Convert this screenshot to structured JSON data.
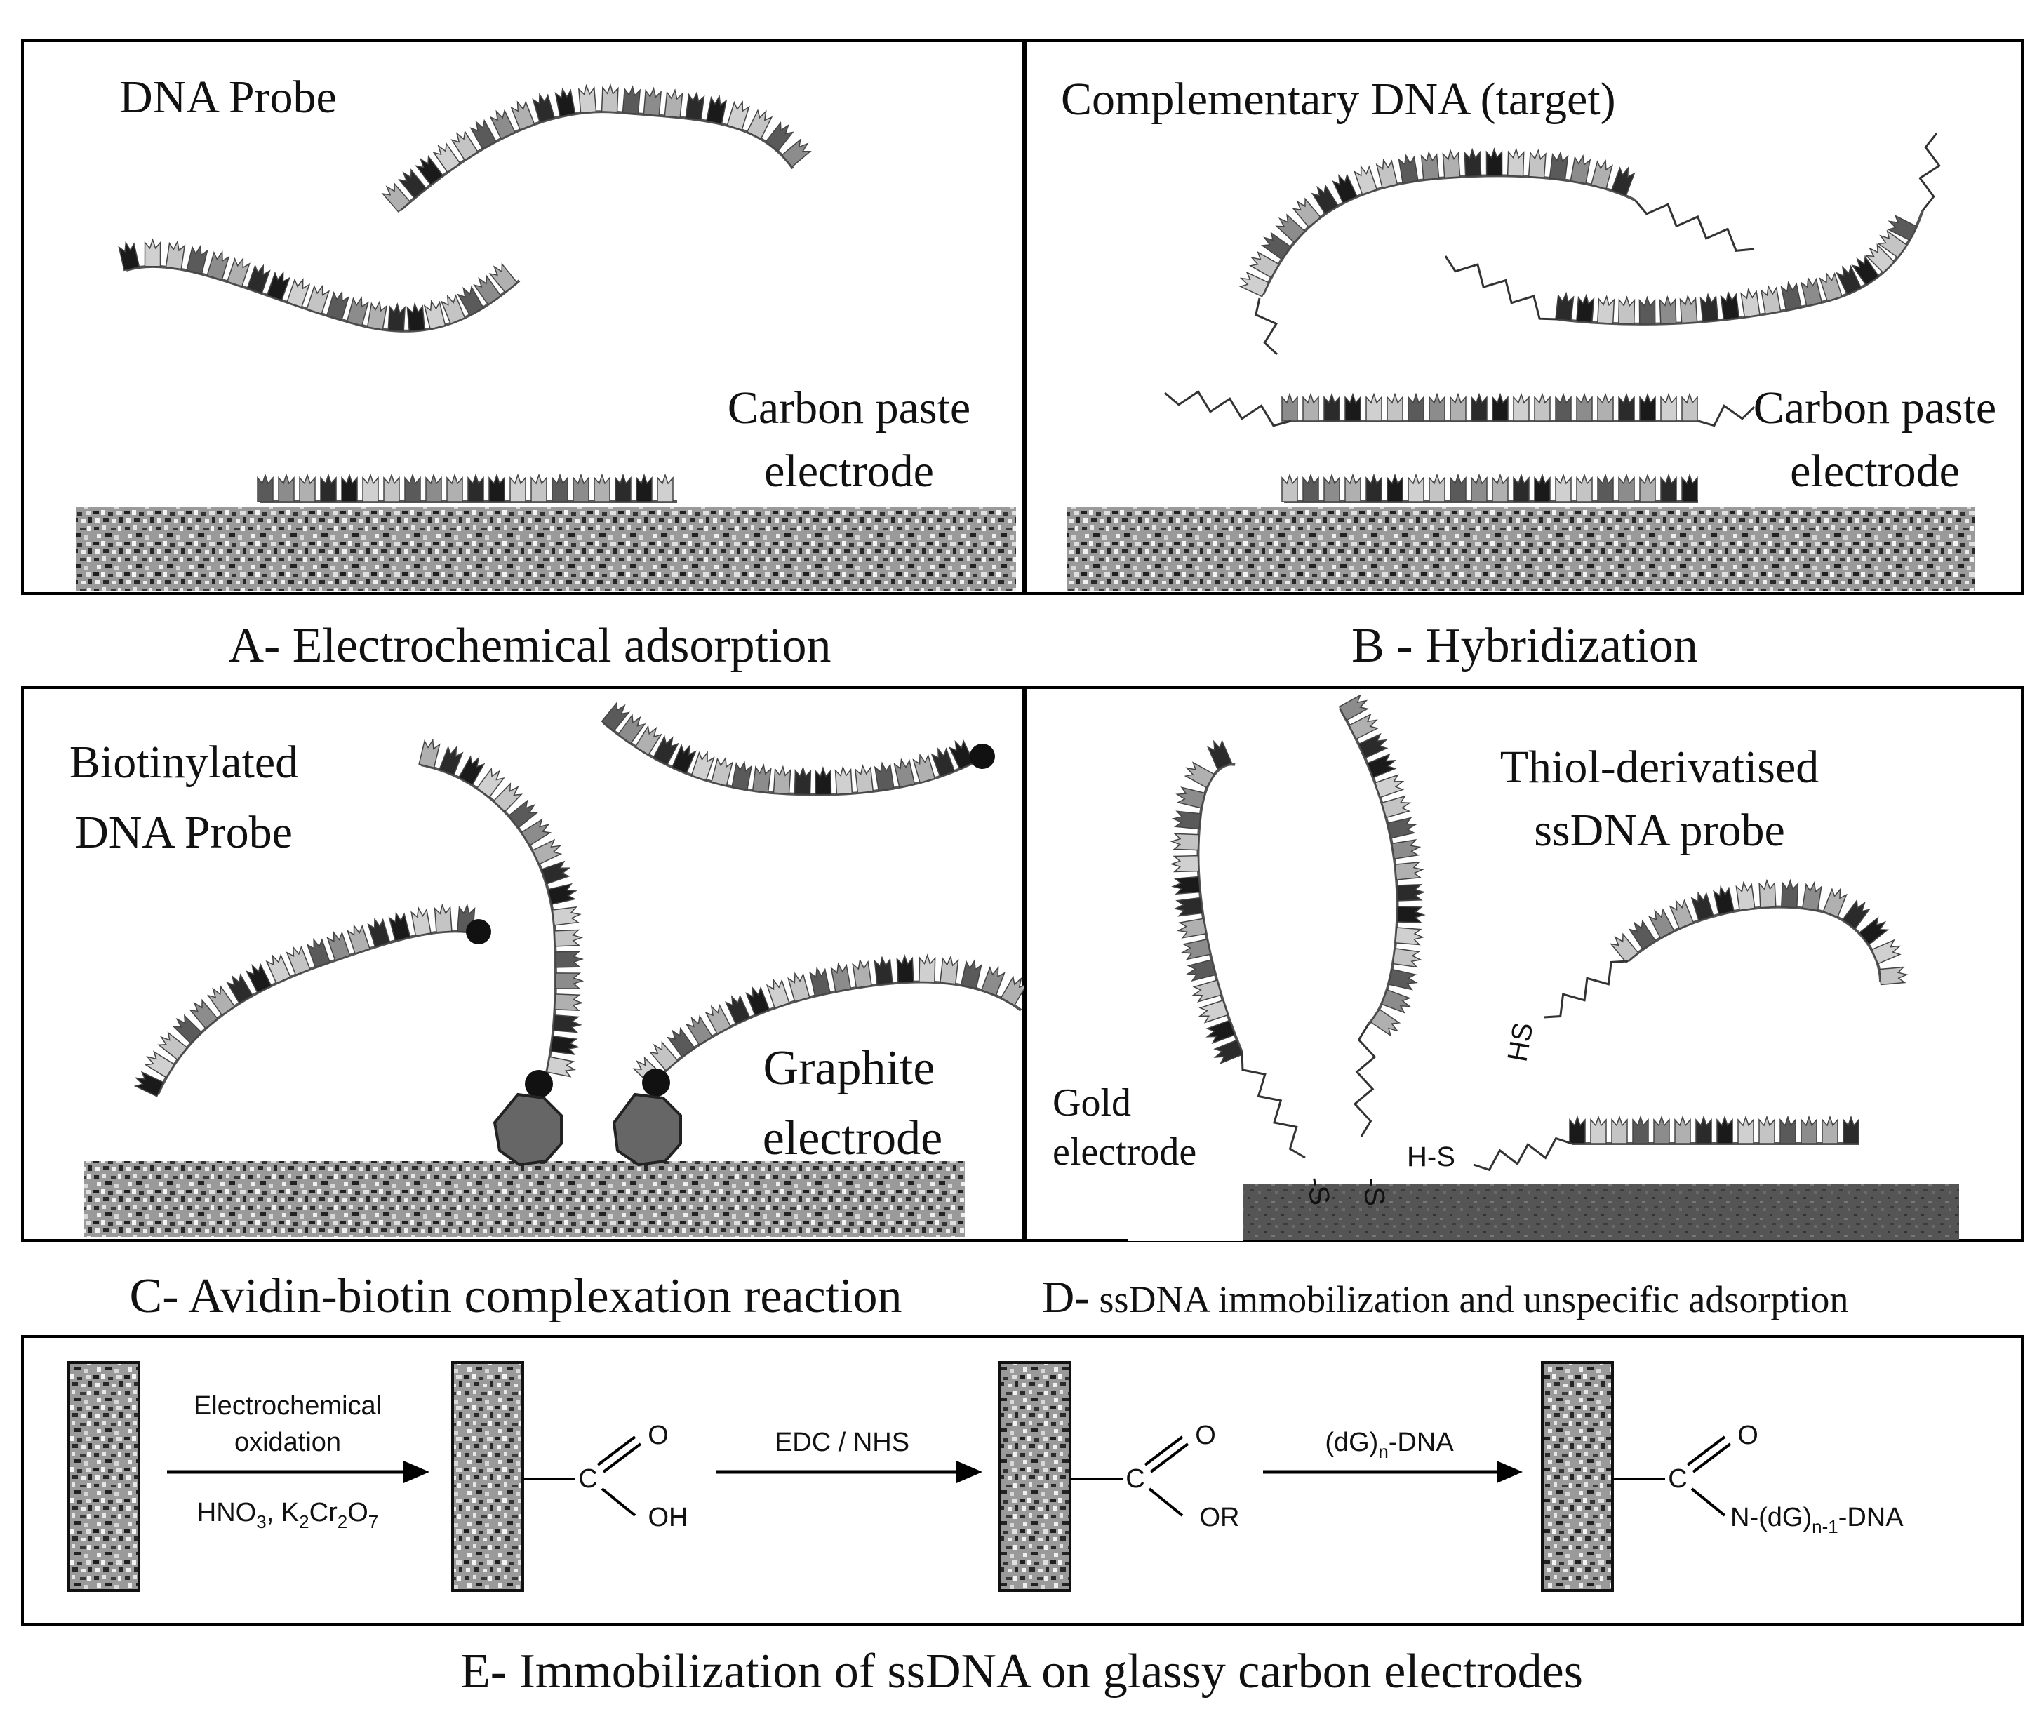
{
  "panel_a": {
    "probe_label": "DNA Probe",
    "electrode_line1": "Carbon paste",
    "electrode_line2": "electrode",
    "caption": "A- Electrochemical adsorption"
  },
  "panel_b": {
    "target_label": "Complementary DNA (target)",
    "electrode_line1": "Carbon paste",
    "electrode_line2": "electrode",
    "caption": "B - Hybridization"
  },
  "panel_c": {
    "probe_line1": "Biotinylated",
    "probe_line2": "DNA Probe",
    "electrode_line1": "Graphite",
    "electrode_line2": "electrode",
    "caption": "C- Avidin-biotin complexation reaction"
  },
  "panel_d": {
    "probe_line1": "Thiol-derivatised",
    "probe_line2": "ssDNA probe",
    "electrode_line1": "Gold",
    "electrode_line2": "electrode",
    "hs_label": "HS",
    "hs_label2": "H-S",
    "s_label": "-S",
    "caption_prefix": "D-",
    "caption_text": "ssDNA immobilization and unspecific adsorption"
  },
  "panel_e": {
    "step1_top1": "Electrochemical",
    "step1_top2": "oxidation",
    "step1_bottom_a": "HNO",
    "step1_bottom_sub3": "3",
    "step1_bottom_b": ", K",
    "step1_bottom_sub2a": "2",
    "step1_bottom_c": "Cr",
    "step1_bottom_sub2b": "2",
    "step1_bottom_d": "O",
    "step1_bottom_sub7": "7",
    "step2_label": "EDC / NHS",
    "step3_label_a": "(dG)",
    "step3_label_sub": "n",
    "step3_label_b": "-DNA",
    "atom_c": "C",
    "atom_o": "O",
    "group_oh": "OH",
    "group_or": "OR",
    "group_n_a": "N-(dG)",
    "group_n_sub": "n-1",
    "group_n_b": "-DNA",
    "caption": "E- Immobilization of ssDNA on glassy carbon electrodes"
  }
}
